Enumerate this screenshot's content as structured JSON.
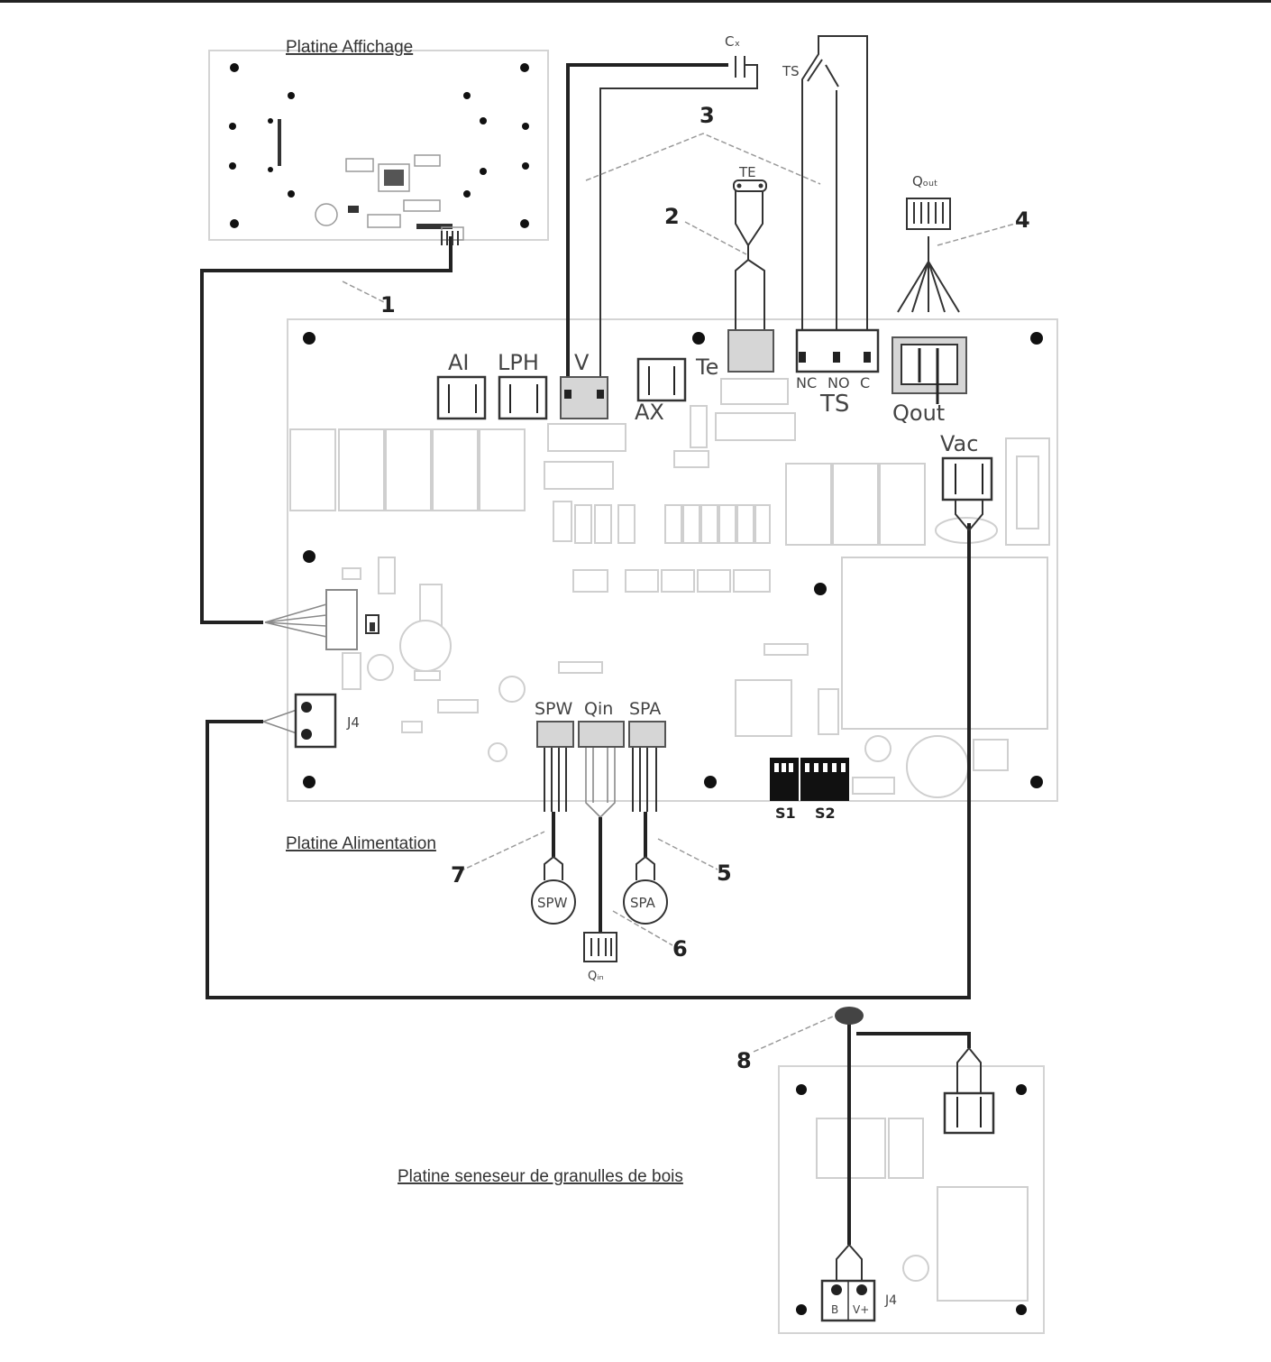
{
  "titles": {
    "display_board": "Platine Affichage",
    "power_board": "Platine Alimentation",
    "pellet_sensor_board": "Platine seneseur de granulles de bois"
  },
  "connectors": {
    "ai": "AI",
    "lph": "LPH",
    "v": "V",
    "ax": "AX",
    "te": "Te",
    "nc": "NC",
    "no": "NO",
    "c": "C",
    "ts": "TS",
    "qout": "Qout",
    "vac": "Vac",
    "spw": "SPW",
    "qin": "Qin",
    "spa": "SPA",
    "j4": "J4",
    "s1": "S1",
    "s2": "S2",
    "j4_pin_b": "B",
    "j4_pin_v": "V+",
    "j4_sensor": "J4"
  },
  "devices": {
    "capacitor": "Cₓ",
    "thermostat_ts": "TS",
    "sensor_te": "TE",
    "qout_plug": "Qₒᵤₜ",
    "qin_plug": "Qᵢₙ",
    "spw_probe": "SPW",
    "spa_probe": "SPA"
  },
  "callouts": [
    "1",
    "2",
    "3",
    "4",
    "5",
    "6",
    "7",
    "8"
  ]
}
